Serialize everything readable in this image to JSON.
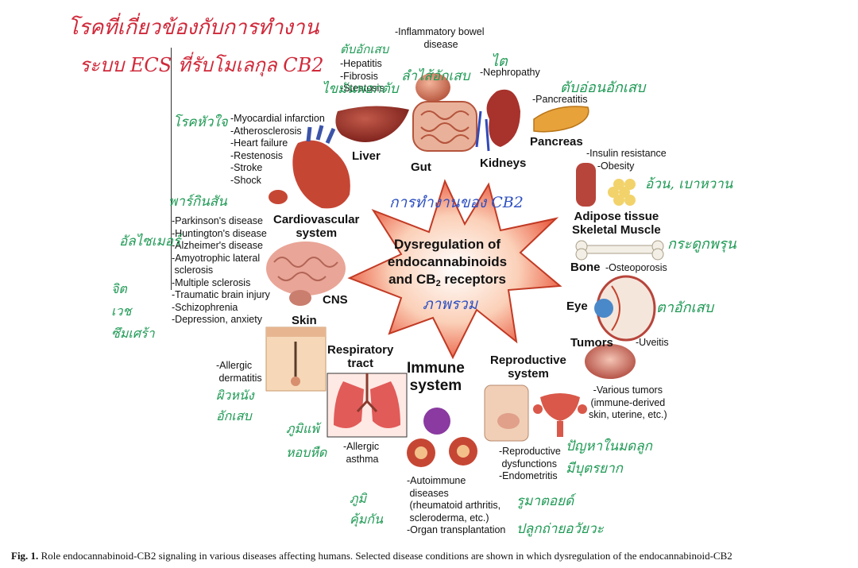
{
  "center": {
    "title_lines": [
      "Dysregulation of",
      "endocannabinoids",
      "and CB",
      " receptors"
    ],
    "subscript": "2"
  },
  "gut": {
    "title": "Gut",
    "diseases": "-Inflammatory bowel\n disease"
  },
  "liver": {
    "title": "Liver",
    "diseases": "-Hepatitis\n-Fibrosis\n-Steatosis"
  },
  "kidneys": {
    "title": "Kidneys",
    "diseases": "-Nephropathy"
  },
  "pancreas": {
    "title": "Pancreas",
    "diseases": "-Pancreatitis"
  },
  "adipose": {
    "title": "Adipose tissue\nSkeletal Muscle",
    "diseases": "-Insulin resistance\n    -Obesity"
  },
  "cardiovascular": {
    "title": "Cardiovascular\nsystem",
    "diseases": "-Myocardial infarction\n-Atherosclerosis\n-Heart failure\n-Restenosis\n-Stroke\n-Shock"
  },
  "cns": {
    "title": "CNS",
    "diseases": "-Parkinson's disease\n-Huntington's disease\n-Alzheimer's disease\n-Amyotrophic lateral\n sclerosis\n-Multiple sclerosis\n-Traumatic brain injury\n-Schizophrenia\n-Depression, anxiety"
  },
  "bone": {
    "title": "Bone",
    "diseases": "-Osteoporosis"
  },
  "eye": {
    "title": "Eye",
    "diseases": "-Uveitis"
  },
  "skin": {
    "title": "Skin",
    "diseases": "-Allergic\n dermatitis"
  },
  "respiratory": {
    "title": "Respiratory\ntract",
    "diseases": "-Allergic\n asthma"
  },
  "immune": {
    "title": "Immune\nsystem",
    "diseases": "-Autoimmune\n diseases\n (rheumatoid arthritis,\n scleroderma, etc.)\n-Organ transplantation"
  },
  "reproductive": {
    "title": "Reproductive\nsystem",
    "diseases": "-Reproductive\n dysfunctions\n-Endometritis"
  },
  "tumors": {
    "title": "Tumors",
    "diseases": "-Various tumors\n(immune-derived\nskin, uterine, etc.)"
  },
  "caption": {
    "label": "Fig. 1.",
    "text": "Role endocannabinoid-CB2 signaling in various diseases affecting humans. Selected disease conditions are shown in which dysregulation of the endocannabinoid-CB2"
  },
  "handwriting": {
    "red_line1": "โรคที่เกี่ยวข้องกับการทำงาน",
    "red_line2": "ระบบ ECS ที่รับโมเลกุล CB2",
    "blue_center": "การทำงานของ CB2",
    "blue_center2": "ภาพรวม",
    "green_liver": "ตับอักเสบ",
    "green_liver2": "ไขมันพอกตับ",
    "green_gut": "ลำไส้อักเสบ",
    "green_kidney": "ไต",
    "green_pancreas": "ตับอ่อนอักเสบ",
    "green_heart": "โรคหัวใจ",
    "green_obesity": "อ้วน, เบาหวาน",
    "green_parkinson": "พาร์กินสัน",
    "green_alz": "อัลไซเมอร์",
    "green_bone": "กระดูกพรุน",
    "green_eye": "ตาอักเสบ",
    "green_mind": "จิต\nเวช\nซึมเศร้า",
    "green_skin": "ผิวหนัง\nอักเสบ",
    "green_asthma": "ภูมิแพ้\nหอบหืด",
    "green_repro": "ปัญหาในมดลูก\nมีบุตรยาก",
    "green_ra": "รูมาตอยด์",
    "green_transplant": "ปลูกถ่ายอวัยวะ",
    "green_immune": "ภูมิ\nคุ้มกัน"
  }
}
